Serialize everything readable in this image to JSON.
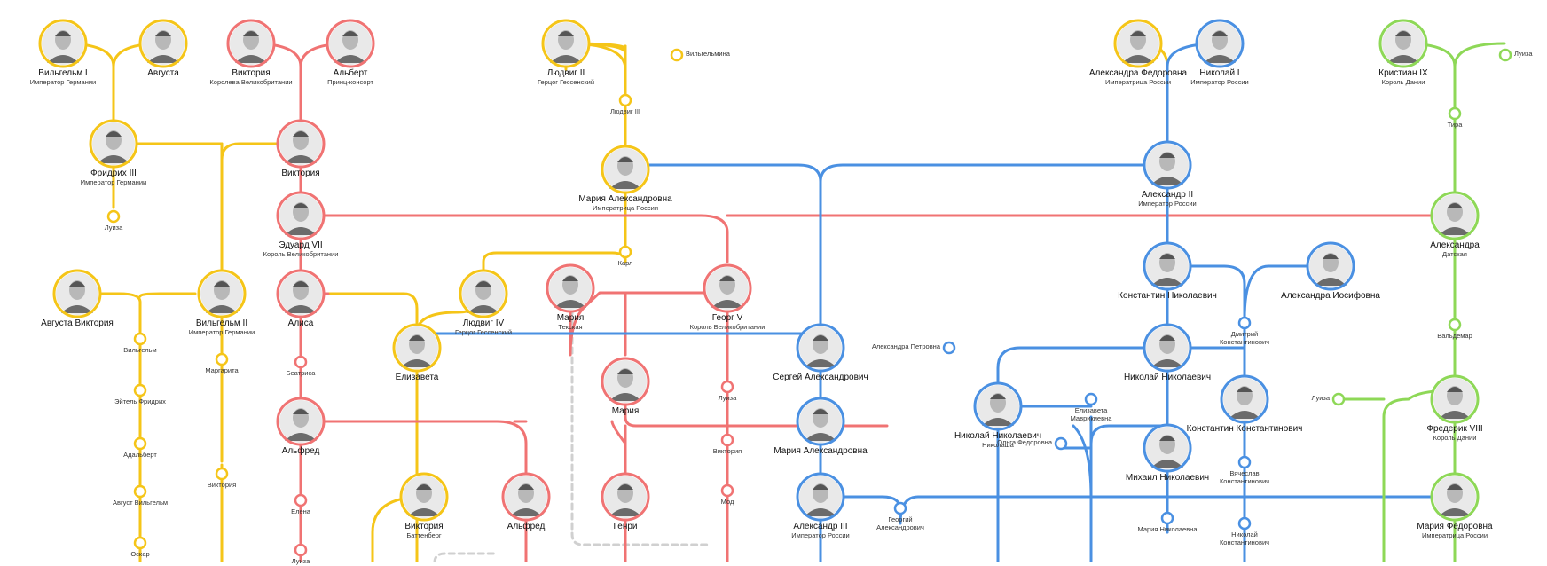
{
  "colors": {
    "gold": "#f5c518",
    "red": "#f07373",
    "blue": "#4a90e2",
    "green": "#8ed857",
    "gray": "#d0d0d0"
  },
  "people": {
    "wilhelm1": {
      "name": "Вильгельм I",
      "title": "Император Германии",
      "color": "gold"
    },
    "augusta": {
      "name": "Августа",
      "title": "",
      "color": "gold"
    },
    "victoria_gb": {
      "name": "Виктория",
      "title": "Королева Великобритании",
      "color": "red"
    },
    "albert": {
      "name": "Альберт",
      "title": "Принц-консорт",
      "color": "red"
    },
    "ludwig2": {
      "name": "Людвиг II",
      "title": "Герцог Гессенский",
      "color": "gold"
    },
    "alexandra_f": {
      "name": "Александра Федоровна",
      "title": "Императрица России",
      "color": "gold"
    },
    "nicholas1": {
      "name": "Николай I",
      "title": "Император России",
      "color": "blue"
    },
    "christian9": {
      "name": "Кристиан IX",
      "title": "Король Дании",
      "color": "green"
    },
    "frederick3": {
      "name": "Фридрих III",
      "title": "Император Германии",
      "color": "gold"
    },
    "victoria_pr": {
      "name": "Виктория",
      "title": "",
      "color": "red"
    },
    "maria_al": {
      "name": "Мария Александровна",
      "title": "Императрица России",
      "color": "gold"
    },
    "alexander2": {
      "name": "Александр II",
      "title": "Император России",
      "color": "blue"
    },
    "edward7": {
      "name": "Эдуард VII",
      "title": "Король Великобритании",
      "color": "red"
    },
    "alexandra_dk": {
      "name": "Александра",
      "title": "Датская",
      "color": "green"
    },
    "augusta_v": {
      "name": "Августа Виктория",
      "title": "",
      "color": "gold"
    },
    "wilhelm2": {
      "name": "Вильгельм II",
      "title": "Император Германии",
      "color": "gold"
    },
    "alice": {
      "name": "Алиса",
      "title": "",
      "color": "red"
    },
    "ludwig4": {
      "name": "Людвиг IV",
      "title": "Герцог Гессенский",
      "color": "gold"
    },
    "maria_teck": {
      "name": "Мария",
      "title": "Текская",
      "color": "red"
    },
    "george5": {
      "name": "Георг V",
      "title": "Король Великобритании",
      "color": "red"
    },
    "konstantin_n": {
      "name": "Константин Николаевич",
      "title": "",
      "color": "blue"
    },
    "alexandra_i": {
      "name": "Александра Иосифовна",
      "title": "",
      "color": "blue"
    },
    "elizaveta": {
      "name": "Елизавета",
      "title": "",
      "color": "gold"
    },
    "sergei": {
      "name": "Сергей Александрович",
      "title": "",
      "color": "blue"
    },
    "nikolai_n": {
      "name": "Николай Николаевич",
      "title": "",
      "color": "blue"
    },
    "maria_r": {
      "name": "Мария",
      "title": "",
      "color": "red"
    },
    "alfred_1": {
      "name": "Альфред",
      "title": "",
      "color": "red"
    },
    "maria_a2": {
      "name": "Мария Александровна",
      "title": "",
      "color": "blue"
    },
    "nikolai_nn": {
      "name": "Николай Николаевич",
      "title": "Николаша",
      "color": "blue"
    },
    "konstantin_k": {
      "name": "Константин Константинович",
      "title": "",
      "color": "blue"
    },
    "frederick8": {
      "name": "Фредерик VIII",
      "title": "Король Дании",
      "color": "green"
    },
    "victoria_bat": {
      "name": "Виктория",
      "title": "Баттенберг",
      "color": "gold"
    },
    "alfred_2": {
      "name": "Альфред",
      "title": "",
      "color": "red"
    },
    "henry": {
      "name": "Генри",
      "title": "",
      "color": "red"
    },
    "alexander3": {
      "name": "Александр III",
      "title": "Император России",
      "color": "blue"
    },
    "mikhail_n": {
      "name": "Михаил Николаевич",
      "title": "",
      "color": "blue"
    },
    "maria_f": {
      "name": "Мария Федоровна",
      "title": "Императрица России",
      "color": "green"
    }
  },
  "stops": {
    "wilhelmina": "Вильгельмина",
    "ludwig3": "Людвиг III",
    "luiza_dk": "Луиза",
    "tira": "Тира",
    "luiza_1": "Луиза",
    "karl": "Карл",
    "wilhelm_s": "Вильгельм",
    "margarita": "Маргарита",
    "beatrisa": "Беатриса",
    "dmitry": "Дмитрий Константинович",
    "aleksandra_p": "Александра Петровна",
    "waldemar": "Вальдемар",
    "eitel": "Эйтель Фридрих",
    "luiza_2": "Луиза",
    "elizaveta_m": "Елизавета Маврикиевна",
    "luiza_3": "Луиза",
    "adalbert": "Адальберт",
    "viktoria_2": "Виктория",
    "olga_f": "Ольга Федоровна",
    "viaceslav": "Вячеслав Константинович",
    "august_w": "Август Вильгельм",
    "viktoria_1": "Виктория",
    "elena": "Елена",
    "mod": "Мод",
    "georgy_a": "Георгий Александрович",
    "maria_nik": "Мария Николаевна",
    "nikolai_k": "Николай Константинович",
    "oskar": "Оскар",
    "luiza_4": "Луиза"
  }
}
